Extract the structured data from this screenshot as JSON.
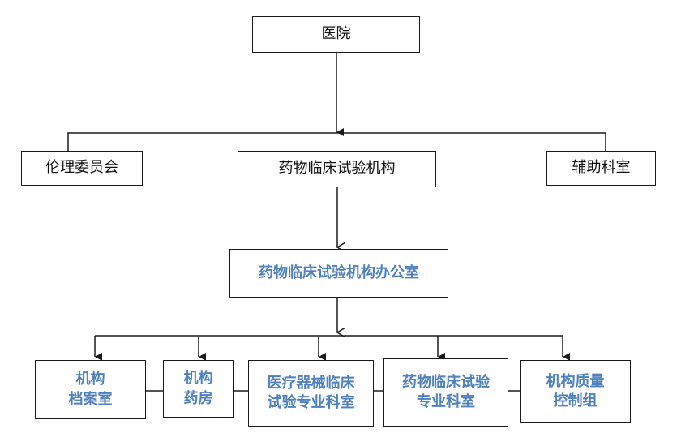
{
  "diagram": {
    "root": {
      "label": "医院"
    },
    "level2": [
      {
        "label": "伦理委员会"
      },
      {
        "label": "药物临床试验机构"
      },
      {
        "label": "辅助科室"
      }
    ],
    "office": {
      "label": "药物临床试验机构办公室"
    },
    "leaves": [
      {
        "line1": "机构",
        "line2": "档案室"
      },
      {
        "line1": "机构",
        "line2": "药房"
      },
      {
        "line1": "医疗器械临床",
        "line2": "试验专业科室"
      },
      {
        "line1": "药物临床试验",
        "line2": "专业科室"
      },
      {
        "line1": "机构质量",
        "line2": "控制组"
      }
    ],
    "colors": {
      "text_dark": "#111111",
      "text_blue": "#4F81BD",
      "line": "#1a1a1a"
    }
  }
}
